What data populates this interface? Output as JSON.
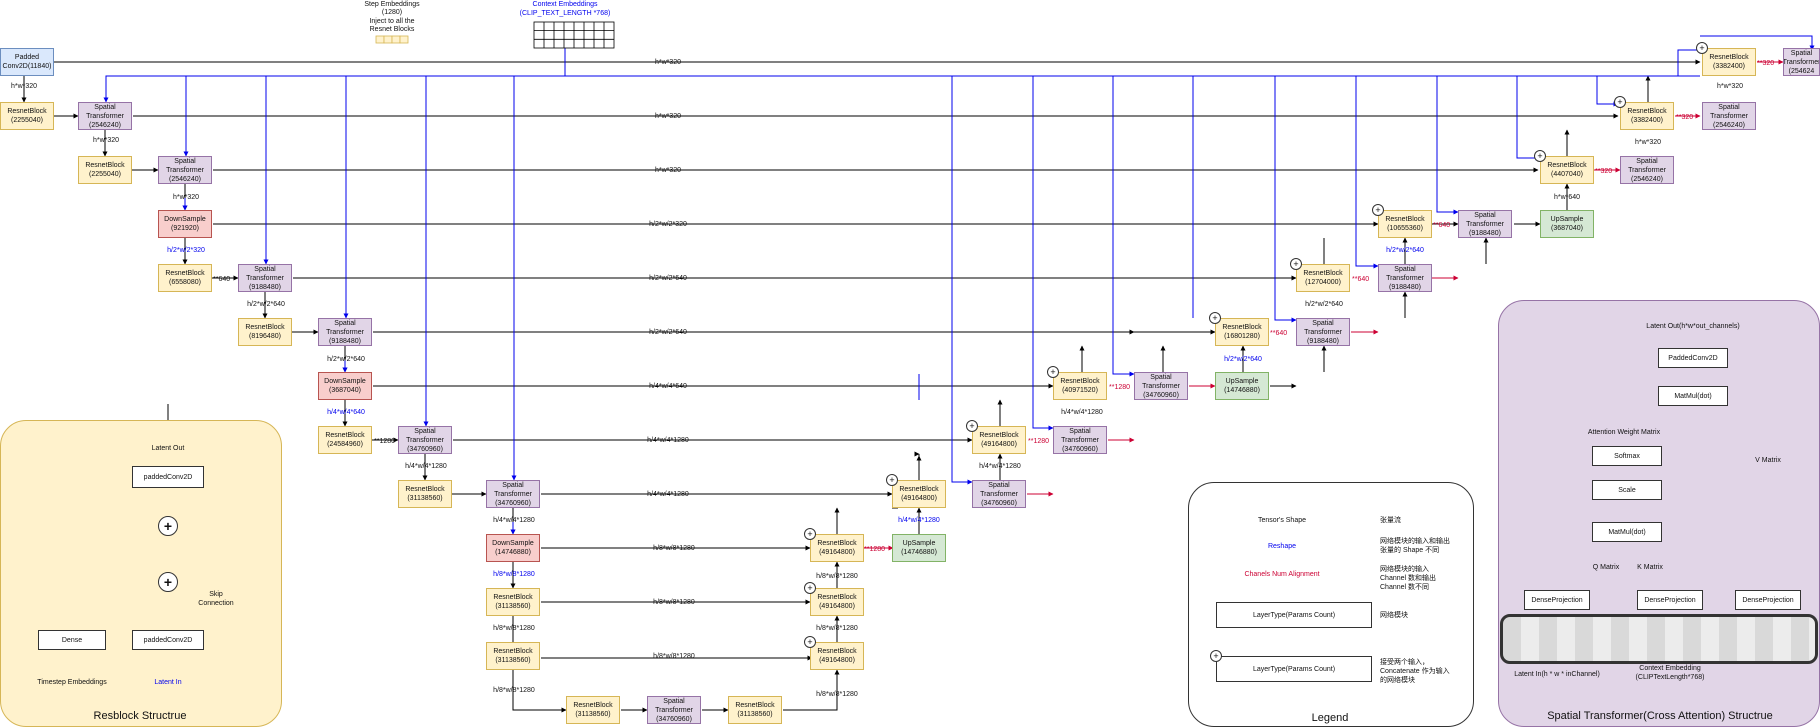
{
  "header": {
    "step_embeddings": "Step Embeddings",
    "step_dim": "(1280)",
    "step_inject_1": "Inject to all the",
    "step_inject_2": "Resnet Blocks",
    "context_embeddings": "Context Embeddings",
    "context_dim": "(CLIP_TEXT_LENGTH *768)"
  },
  "padded_in": {
    "label": "Padded",
    "params": "Conv2D(11840)"
  },
  "labels": {
    "hw320": "h*w*320",
    "h2w2_320": "h/2*w/2*320",
    "h2w2_640": "h/2*w/2*640",
    "h4w4_640": "h/4*w/4*640",
    "h4w4_1280": "h/4*w/4*1280",
    "h8w8_1280": "h/8*w/8*1280",
    "h8w81280": "h/8*w/8*1280",
    "h8w8_1280_c": "h/8*w/8*1280",
    "hw640": "h*w*640",
    "ch_640": "**640",
    "ch_1280": "**1280",
    "ch_320": "**320",
    "ch_1280_b": "**1280"
  },
  "types": {
    "resnet": "ResnetBlock",
    "spatial_1": "Spatial",
    "spatial_2": "Transformer",
    "down": "DownSample",
    "up": "UpSample"
  },
  "params": {
    "r1": "(2255040)",
    "s1": "(2546240)",
    "r2": "(2255040)",
    "s2": "(2546240)",
    "d1": "(921920)",
    "r3": "(6558080)",
    "s3": "(9188480)",
    "r4": "(8196480)",
    "s4": "(9188480)",
    "d2": "(3687040)",
    "r5": "(24584960)",
    "s5": "(34760960)",
    "r6": "(31138560)",
    "s6": "(34760960)",
    "d3": "(14746880)",
    "r7": "(31138560)",
    "r8": "(31138560)",
    "m1": "(31138560)",
    "ms": "(34760960)",
    "m2": "(31138560)",
    "u1": "(49164800)",
    "u2": "(49164800)",
    "u3": "(49164800)",
    "up1": "(14746880)",
    "u4": "(49164800)",
    "us4": "(34760960)",
    "u5": "(49164800)",
    "us5": "(34760960)",
    "u6": "(40971520)",
    "us6": "(34760960)",
    "up2": "(14746880)",
    "u7": "(16801280)",
    "us7": "(9188480)",
    "u8": "(12704000)",
    "us8": "(9188480)",
    "u9": "(10655360)",
    "us9": "(9188480)",
    "up3": "(3687040)",
    "u10": "(4407040)",
    "us10": "(2546240)",
    "u11": "(3382400)",
    "us11": "(2546240)",
    "u12": "(3382400)",
    "us12": "(254624"
  },
  "resblock": {
    "title": "Resblock Structrue",
    "latent_out": "Latent Out",
    "padded_conv_top": "paddedConv2D",
    "padded_conv": "paddedConv2D",
    "dense": "Dense",
    "skip": "Skip",
    "connection": "Connection",
    "timestep": "Timestep Embeddings",
    "latent_in": "Latent In"
  },
  "legend": {
    "title": "Legend",
    "tensor_shape": "Tensor's Shape",
    "tensor_shape_cn": "张量流",
    "reshape": "Reshape",
    "reshape_cn_1": "网络模块的输入和输出",
    "reshape_cn_2": "张量的 Shape 不同",
    "chanels": "Chanels Num Alignment",
    "chanels_cn_1": "网络模块的输入",
    "chanels_cn_2": "Channel 数和输出",
    "chanels_cn_3": "Channel 数不同",
    "layer_type": "LayerType(Params Count)",
    "layer_cn": "网络模块",
    "layer_type_2": "LayerType(Params Count)",
    "concat_cn_1": "接受两个输入，",
    "concat_cn_2": "Concatenate  作为输入",
    "concat_cn_3": "的网络模块"
  },
  "spatial": {
    "title": "Spatial Transformer(Cross Attention) Structrue",
    "latent_out": "Latent Out(h*w*out_channels)",
    "padded_conv": "PaddedConv2D",
    "matmul_top": "MatMul(dot)",
    "attn_weight": "Attention Weight Matrix",
    "softmax": "Softmax",
    "scale": "Scale",
    "matmul_bottom": "MatMul(dot)",
    "q_matrix": "Q Matrix",
    "k_matrix": "K Matrix",
    "v_matrix": "V Matrix",
    "dense_1": "DenseProjection",
    "dense_2": "DenseProjection",
    "dense_3": "DenseProjection",
    "latent_in": "Latent In(h * w * inChannel)",
    "context_1": "Context Embedding",
    "context_2": "(CLIPTextLength*768)"
  },
  "colors": {
    "resnet_fill": "#fff2cc",
    "spatial_fill": "#e1d5e7",
    "down_fill": "#f8cecc",
    "up_fill": "#d5e8d4",
    "padded_fill": "#dae8fc",
    "reshape_line": "#0000ee",
    "channel_line": "#cc0033",
    "resblock_panel": "#fff2cc",
    "spatial_panel": "#e1d5e7"
  }
}
